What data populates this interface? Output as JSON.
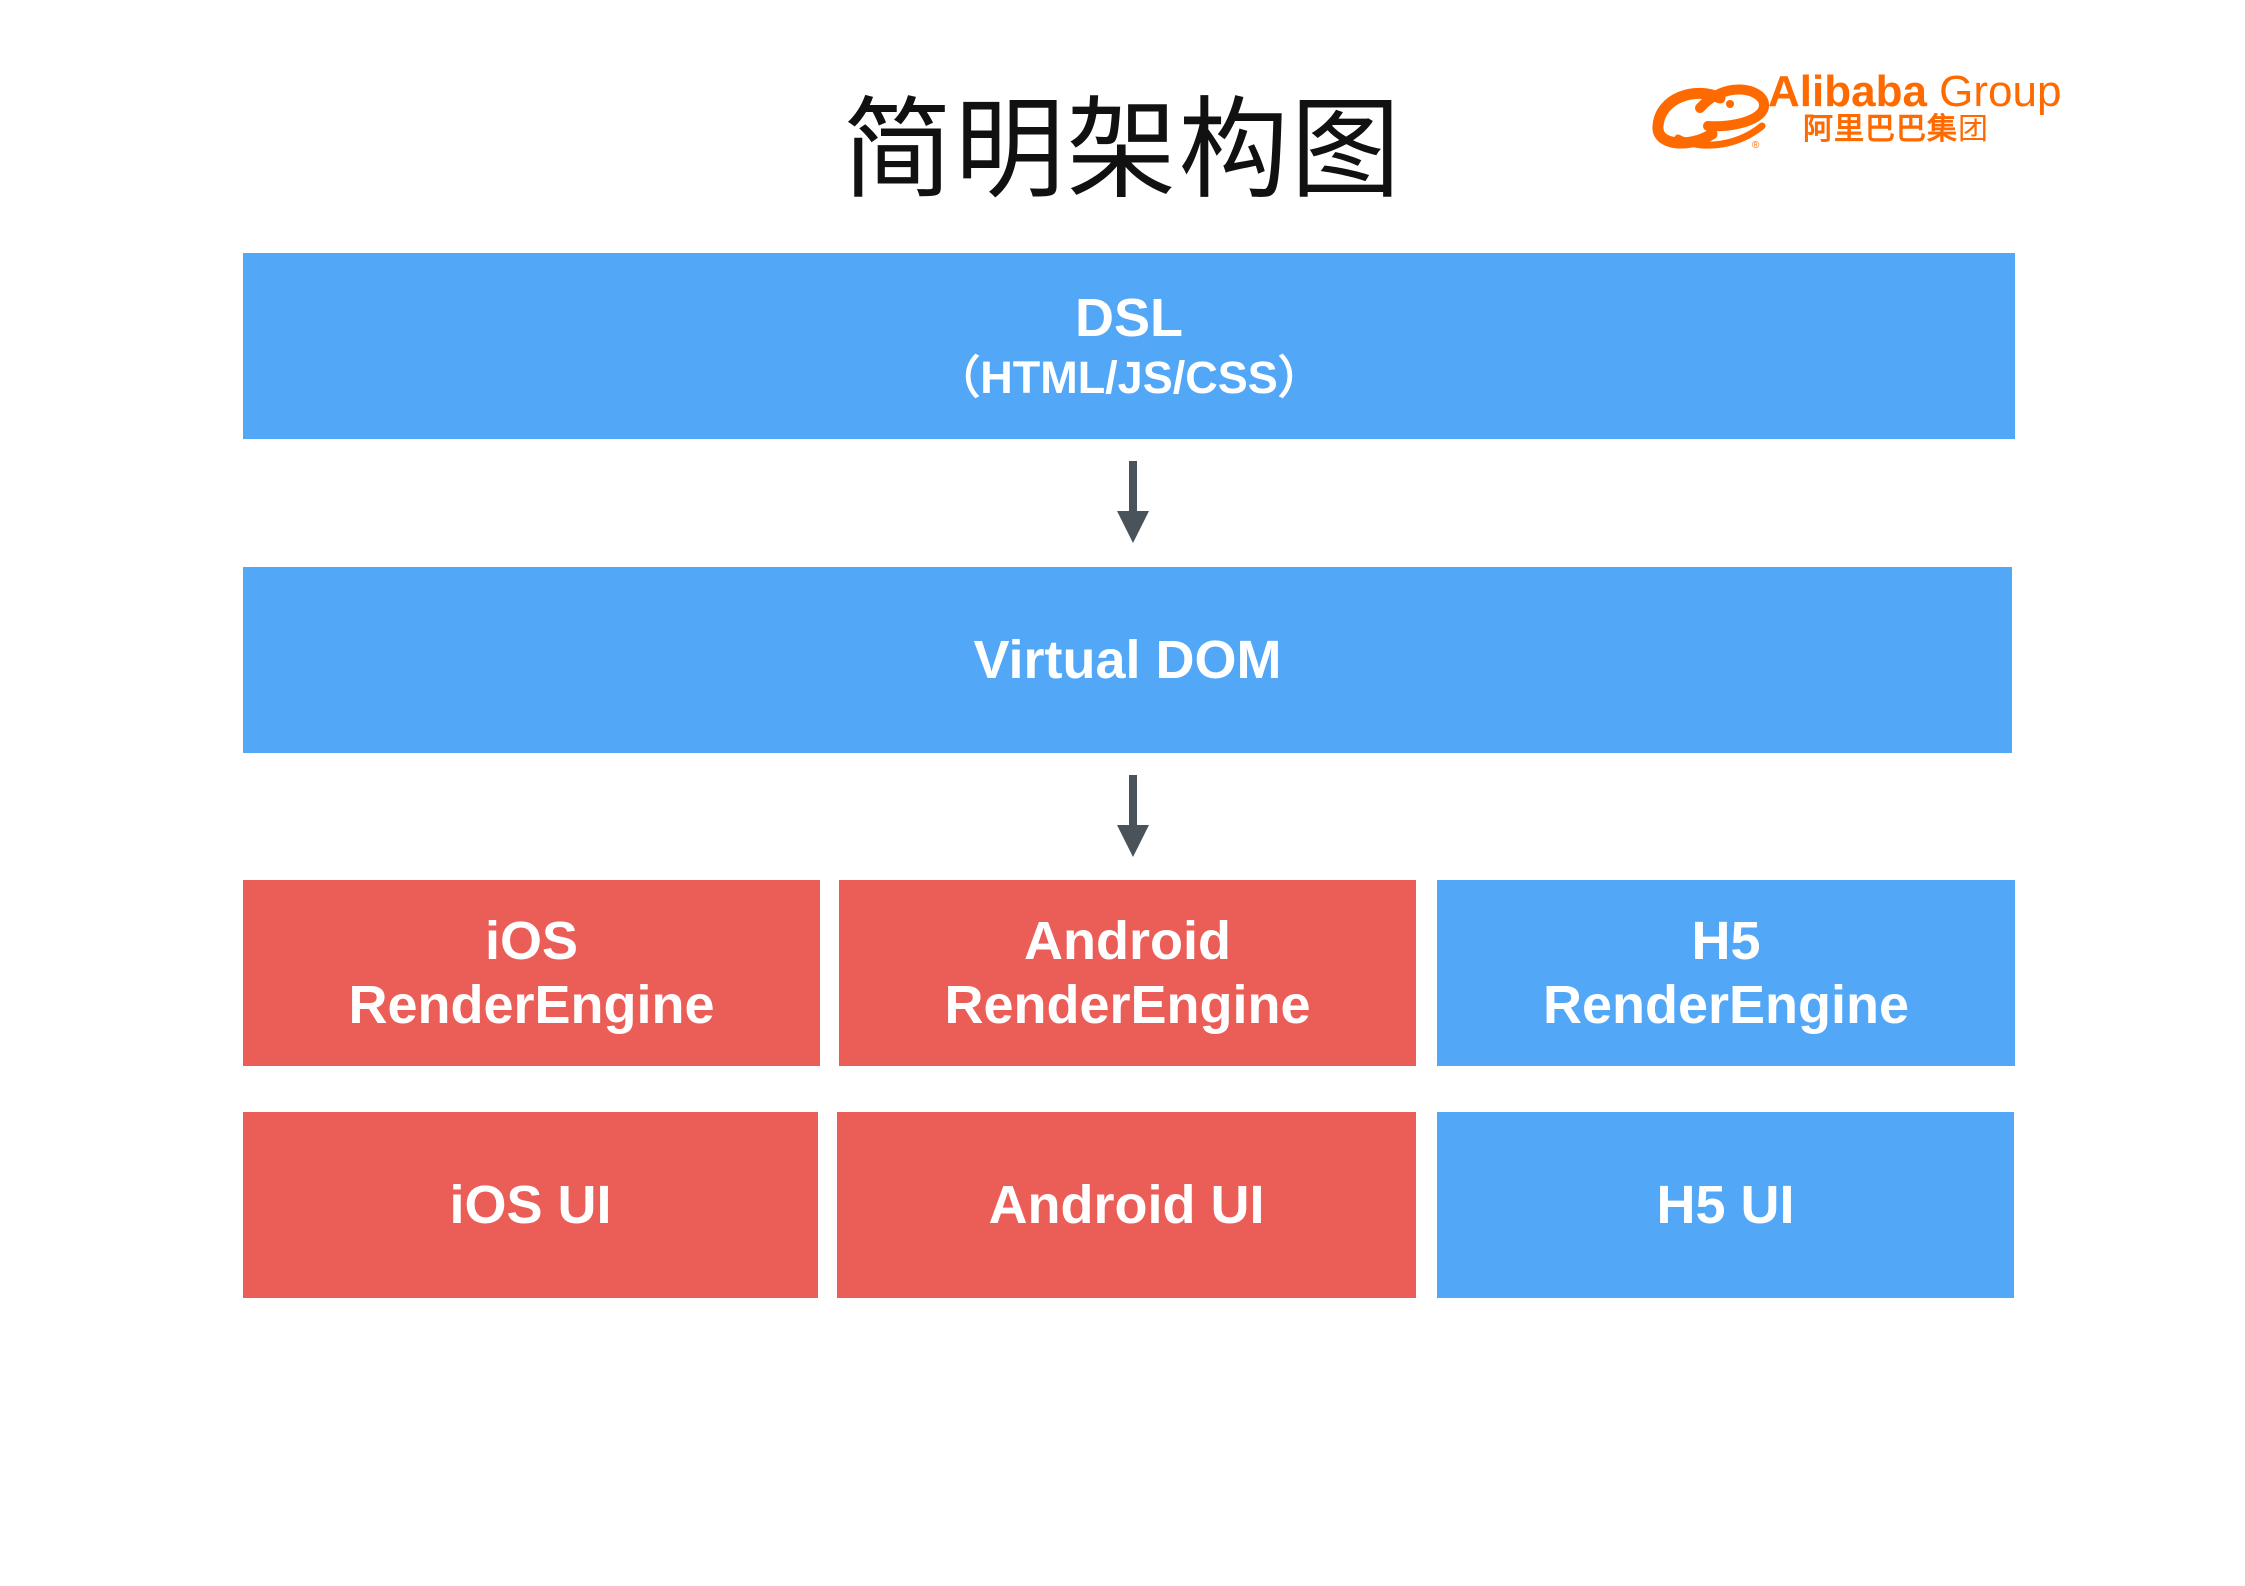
{
  "title": "简明架构图",
  "logo": {
    "brand": "Alibaba",
    "group": "Group",
    "chinese": "阿里巴巴集",
    "chinese_tail": "团",
    "registered": "®"
  },
  "dsl": {
    "line1": "DSL",
    "line2": "（HTML/JS/CSS）"
  },
  "virtual_dom": {
    "label": "Virtual DOM"
  },
  "engines": [
    {
      "line1": "iOS",
      "line2": "RenderEngine"
    },
    {
      "line1": "Android",
      "line2": "RenderEngine"
    },
    {
      "line1": "H5",
      "line2": "RenderEngine"
    }
  ],
  "uis": [
    {
      "label": "iOS UI"
    },
    {
      "label": "Android UI"
    },
    {
      "label": "H5 UI"
    }
  ],
  "colors": {
    "blue": "#52a7f7",
    "red": "#eb5d57",
    "arrow": "#4a525a",
    "brand_orange": "#ff6a00"
  }
}
